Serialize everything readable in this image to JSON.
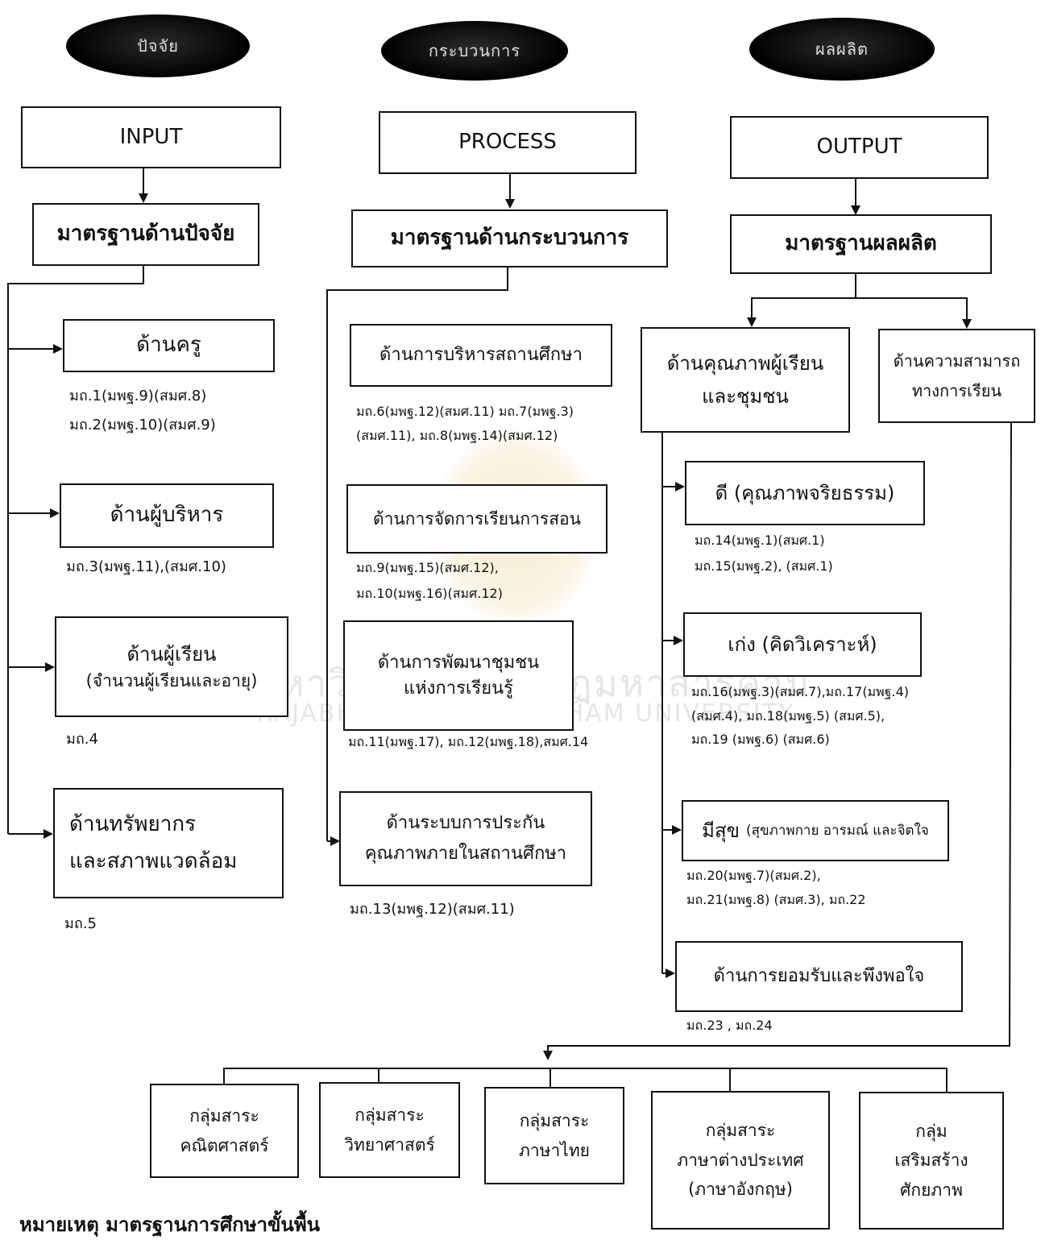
{
  "headers": {
    "input_oval": "ปัจจัย",
    "process_oval": "กระบวนการ",
    "output_oval": "ผลผลิต"
  },
  "columns": {
    "input": {
      "title": "INPUT",
      "standard": "มาตรฐานด้านปัจจัย",
      "items": [
        {
          "label": "ด้านครู",
          "refs": [
            "มถ.1(มพฐ.9)(สมศ.8)",
            "มถ.2(มพฐ.10)(สมศ.9)"
          ]
        },
        {
          "label": "ด้านผู้บริหาร",
          "refs": [
            "มถ.3(มพฐ.11),(สมศ.10)"
          ]
        },
        {
          "label": "ด้านผู้เรียน",
          "sublabel": "(จำนวนผู้เรียนและอายุ)",
          "refs": [
            "มถ.4"
          ]
        },
        {
          "label": "ด้านทรัพยากร",
          "sublabel": "และสภาพแวดล้อม",
          "refs": [
            "มถ.5"
          ]
        }
      ]
    },
    "process": {
      "title": "PROCESS",
      "standard": "มาตรฐานด้านกระบวนการ",
      "items": [
        {
          "label": "ด้านการบริหารสถานศึกษา",
          "refs": [
            "มถ.6(มพฐ.12)(สมศ.11) มถ.7(มพฐ.3)",
            "(สมศ.11), มถ.8(มพฐ.14)(สมศ.12)"
          ]
        },
        {
          "label": "ด้านการจัดการเรียนการสอน",
          "refs": [
            "มถ.9(มพฐ.15)(สมศ.12),",
            "มถ.10(มพฐ.16)(สมศ.12)"
          ]
        },
        {
          "label": "ด้านการพัฒนาชุมชน",
          "sublabel": "แห่งการเรียนรู้",
          "refs": [
            "มถ.11(มพฐ.17), มถ.12(มพฐ.18),สมศ.14"
          ]
        },
        {
          "label": "ด้านระบบการประกัน",
          "sublabel": "คุณภาพภายในสถานศึกษา",
          "refs": [
            "มถ.13(มพฐ.12)(สมศ.11)"
          ]
        }
      ]
    },
    "output": {
      "title": "OUTPUT",
      "standard": "มาตรฐานผลผลิต",
      "quality": {
        "label": "ด้านคุณภาพผู้เรียน",
        "sublabel": "และชุมชน"
      },
      "ability": {
        "label": "ด้านความสามารถ",
        "sublabel": "ทางการเรียน"
      },
      "items": [
        {
          "label": "ดี (คุณภาพจริยธรรม)",
          "refs": [
            "มถ.14(มพฐ.1)(สมศ.1)",
            "มถ.15(มพฐ.2), (สมศ.1)"
          ]
        },
        {
          "label": "เก่ง (คิดวิเคราะห์)",
          "refs": [
            "มถ.16(มพฐ.3)(สมศ.7),มถ.17(มพฐ.4)",
            "(สมศ.4), มถ.18(มพฐ.5) (สมศ.5),",
            "มถ.19 (มพฐ.6) (สมศ.6)"
          ]
        },
        {
          "label": "มีสุข",
          "sublabel": "(สุขภาพกาย อารมณ์ และจิตใจ",
          "refs": [
            "มถ.20(มพฐ.7)(สมศ.2),",
            "มถ.21(มพฐ.8) (สมศ.3), มถ.22"
          ]
        },
        {
          "label": "ด้านการยอมรับและพึงพอใจ",
          "refs": [
            "มถ.23 , มถ.24"
          ]
        }
      ]
    }
  },
  "subject_groups": [
    {
      "line1": "กลุ่มสาระ",
      "line2": "คณิตศาสตร์"
    },
    {
      "line1": "กลุ่มสาระ",
      "line2": "วิทยาศาสตร์"
    },
    {
      "line1": "กลุ่มสาระ",
      "line2": "ภาษาไทย"
    },
    {
      "line1": "กลุ่มสาระ",
      "line2": "ภาษาต่างประเทศ",
      "line3": "(ภาษาอังกฤษ)"
    },
    {
      "line1": "กลุ่ม",
      "line2": "เสริมสร้าง",
      "line3": "ศักยภาพ"
    }
  ],
  "watermark": {
    "thai": "มหาวิทยาลัยราชภัฏมหาสารคาม",
    "english": "RAJABHAT MAHASARAKHAM UNIVERSITY"
  },
  "footnote": "หมายเหตุ มาตรฐานการศึกษาขั้นพื้น"
}
